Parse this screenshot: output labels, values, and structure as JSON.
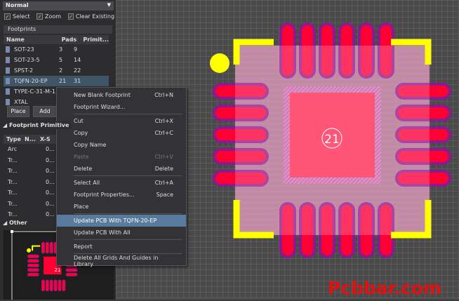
{
  "panel": {
    "mode": "Normal",
    "checks": [
      {
        "label": "Select",
        "checked": true
      },
      {
        "label": "Zoom",
        "checked": true
      },
      {
        "label": "Clear Existing",
        "checked": true
      }
    ],
    "footprints_title": "Footprints",
    "columns": [
      "Name",
      "Pads",
      "Primit..."
    ],
    "rows": [
      {
        "name": "SOT-23",
        "pads": "3",
        "prims": "9"
      },
      {
        "name": "SOT-23-5",
        "pads": "5",
        "prims": "14"
      },
      {
        "name": "SPST-2",
        "pads": "2",
        "prims": "22"
      },
      {
        "name": "TQFN-20-EP",
        "pads": "21",
        "prims": "31",
        "selected": true
      },
      {
        "name": "TYPE-C-31-M-1...",
        "pads": "",
        "prims": ""
      },
      {
        "name": "XTAL",
        "pads": "",
        "prims": ""
      }
    ],
    "place_label": "Place",
    "add_label": "Add",
    "primitives_title": "Footprint Primitive",
    "prim_columns": [
      "Type",
      "N...",
      "X-S"
    ],
    "prim_rows": [
      {
        "type": "Arc",
        "x": "0..."
      },
      {
        "type": "Tr...",
        "x": "0..."
      },
      {
        "type": "Tr...",
        "x": "0..."
      },
      {
        "type": "Tr...",
        "x": "0..."
      },
      {
        "type": "Tr...",
        "x": "0..."
      },
      {
        "type": "Tr...",
        "x": "0..."
      },
      {
        "type": "Tr...",
        "x": "0..."
      }
    ],
    "other_title": "Other",
    "preview_pad_label": "21"
  },
  "menu": [
    {
      "label": "New Blank Footprint",
      "shortcut": "Ctrl+N"
    },
    {
      "label": "Footprint Wizard...",
      "shortcut": "",
      "sep": true
    },
    {
      "label": "Cut",
      "shortcut": "Ctrl+X"
    },
    {
      "label": "Copy",
      "shortcut": "Ctrl+C"
    },
    {
      "label": "Copy Name",
      "shortcut": ""
    },
    {
      "label": "Paste",
      "shortcut": "Ctrl+V",
      "disabled": true
    },
    {
      "label": "Delete",
      "shortcut": "Delete",
      "sep": true
    },
    {
      "label": "Select All",
      "shortcut": "Ctrl+A"
    },
    {
      "label": "Footprint Properties...",
      "shortcut": "Space"
    },
    {
      "label": "Place",
      "shortcut": "",
      "sep": true
    },
    {
      "label": "Update PCB With TQFN-20-EP",
      "shortcut": "",
      "highlighted": true
    },
    {
      "label": "Update PCB With All",
      "shortcut": "",
      "sep": true
    },
    {
      "label": "Report",
      "shortcut": "",
      "sep": true
    },
    {
      "label": "Delete All Grids And Guides in Library",
      "shortcut": ""
    }
  ],
  "canvas": {
    "center_pad_label": "21",
    "colors": {
      "pad": "#ff0033",
      "mask": "#8b1a8f",
      "body": "#f7a8d0",
      "silk": "#ffff00"
    }
  },
  "watermark": "Pcbbar.com"
}
